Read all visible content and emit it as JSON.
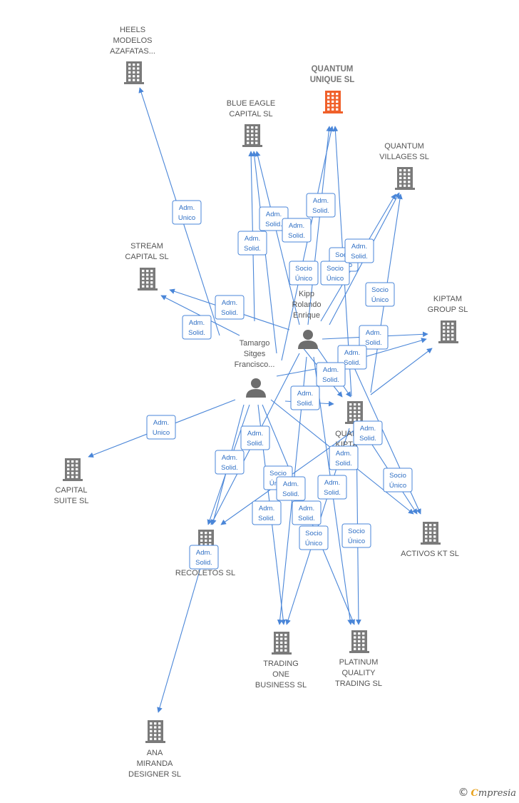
{
  "colors": {
    "edge": "#4a86d8",
    "company": "#7a7a7a",
    "highlight": "#f0602a",
    "person": "#6d6d6d"
  },
  "nodes": [
    {
      "id": "heels",
      "type": "company",
      "lines": [
        "HEELS",
        "MODELOS",
        "AZAFATAS..."
      ]
    },
    {
      "id": "quantum_unique",
      "type": "company",
      "highlight": true,
      "lines": [
        "QUANTUM",
        "UNIQUE  SL"
      ]
    },
    {
      "id": "blue_eagle",
      "type": "company",
      "lines": [
        "BLUE EAGLE",
        "CAPITAL  SL"
      ]
    },
    {
      "id": "quantum_villages",
      "type": "company",
      "lines": [
        "QUANTUM",
        "VILLAGES  SL"
      ]
    },
    {
      "id": "stream",
      "type": "company",
      "lines": [
        "STREAM",
        "CAPITAL  SL"
      ]
    },
    {
      "id": "kiptam",
      "type": "company",
      "lines": [
        "KIPTAM",
        "GROUP  SL"
      ]
    },
    {
      "id": "kipp",
      "type": "person",
      "lines": [
        "Kipp",
        "Rolando",
        "Enrique"
      ]
    },
    {
      "id": "tamargo",
      "type": "person",
      "lines": [
        "Tamargo",
        "Sitges",
        "Francisco..."
      ]
    },
    {
      "id": "quantum_kiptam",
      "type": "company",
      "lines": [
        "QUAN",
        "KIPTA"
      ]
    },
    {
      "id": "capital_suite",
      "type": "company",
      "lines": [
        "CAPITAL",
        "SUITE  SL"
      ]
    },
    {
      "id": "recoletos",
      "type": "company",
      "lines": [
        "RECOLETOS  SL"
      ]
    },
    {
      "id": "activos",
      "type": "company",
      "lines": [
        "ACTIVOS KT  SL"
      ]
    },
    {
      "id": "trading_one",
      "type": "company",
      "lines": [
        "TRADING",
        "ONE",
        "BUSINESS  SL"
      ]
    },
    {
      "id": "platinum",
      "type": "company",
      "lines": [
        "PLATINUM",
        "QUALITY",
        "TRADING  SL"
      ]
    },
    {
      "id": "ana",
      "type": "company",
      "lines": [
        "ANA",
        "MIRANDA",
        "DESIGNER SL"
      ]
    }
  ],
  "badges": [
    {
      "lines": [
        "Adm.",
        "Unico"
      ]
    },
    {
      "lines": [
        "Adm.",
        "Solid."
      ]
    },
    {
      "lines": [
        "Adm.",
        "Solid."
      ]
    },
    {
      "lines": [
        "Adm.",
        "Solid."
      ]
    },
    {
      "lines": [
        "Adm.",
        "Solid."
      ]
    },
    {
      "lines": [
        "Adm.",
        "Solid."
      ]
    },
    {
      "lines": [
        "Socio",
        "Único"
      ]
    },
    {
      "lines": [
        "Adm.",
        "Solid."
      ]
    },
    {
      "lines": [
        "Socio",
        "Único"
      ]
    },
    {
      "lines": [
        "Socio",
        "Único"
      ]
    },
    {
      "lines": [
        "Adm.",
        "Solid."
      ]
    },
    {
      "lines": [
        "Adm.",
        "Solid."
      ]
    },
    {
      "lines": [
        "Adm.",
        "Solid."
      ]
    },
    {
      "lines": [
        "Adm.",
        "Solid."
      ]
    },
    {
      "lines": [
        "Socio",
        "Único"
      ]
    },
    {
      "lines": [
        "Adm.",
        "Solid."
      ]
    },
    {
      "lines": [
        "Adm.",
        "Unico"
      ]
    },
    {
      "lines": [
        "Adm.",
        "Solid."
      ]
    },
    {
      "lines": [
        "Adm.",
        "Solid."
      ]
    },
    {
      "lines": [
        "Adm.",
        "Solid."
      ]
    },
    {
      "lines": [
        "Adm.",
        "Solid."
      ]
    },
    {
      "lines": [
        "Socio",
        "Único"
      ]
    },
    {
      "lines": [
        "Adm.",
        "Solid."
      ]
    },
    {
      "lines": [
        "Adm.",
        "Solid."
      ]
    },
    {
      "lines": [
        "Socio",
        "Único"
      ]
    },
    {
      "lines": [
        "Adm.",
        "Solid."
      ]
    },
    {
      "lines": [
        "Adm.",
        "Solid."
      ]
    },
    {
      "lines": [
        "Socio",
        "Único"
      ]
    },
    {
      "lines": [
        "Socio",
        "Único"
      ]
    },
    {
      "lines": [
        "Adm.",
        "Solid."
      ]
    }
  ],
  "brand": {
    "copyright": "©",
    "initial": "C",
    "rest": "mpresia"
  }
}
